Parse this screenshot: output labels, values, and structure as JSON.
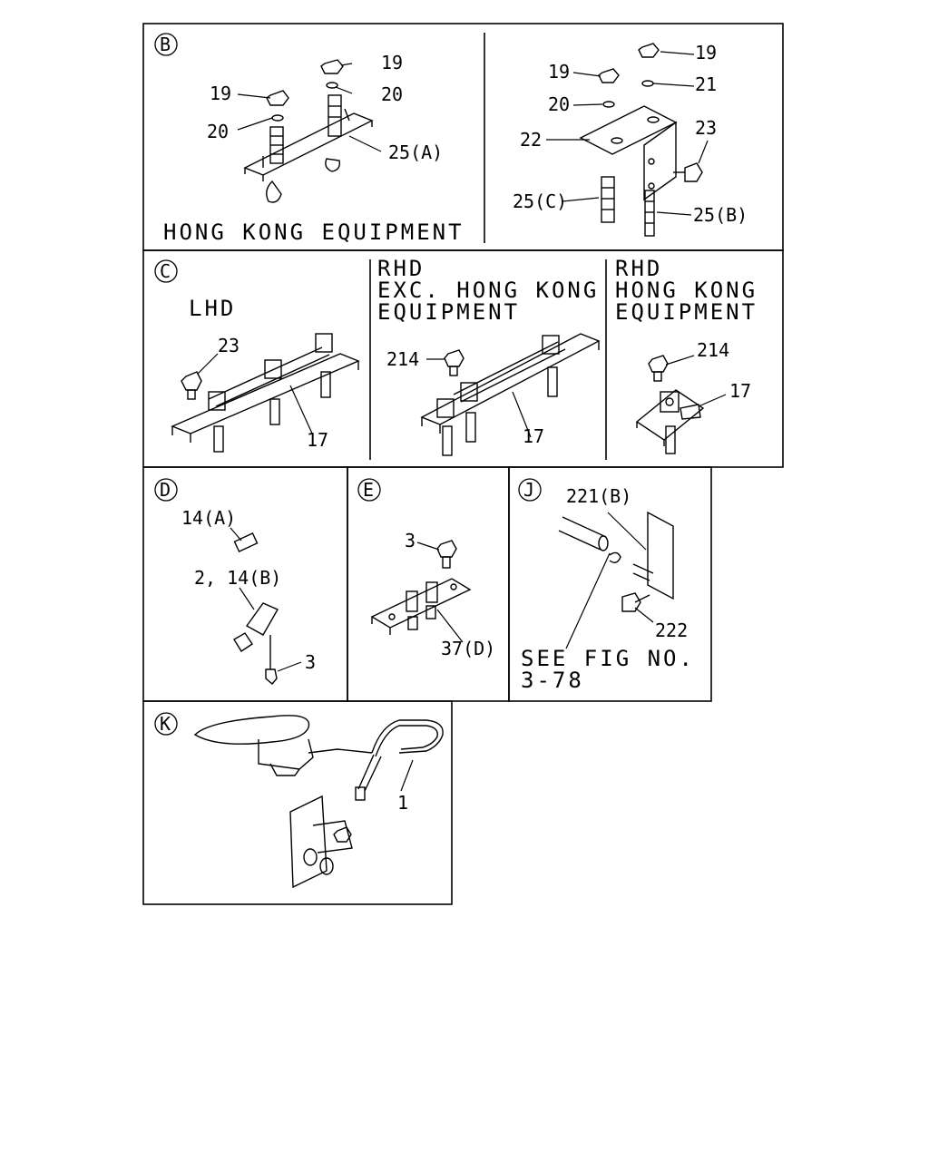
{
  "panels": {
    "B": {
      "badge": "B",
      "left_caption": "HONG KONG EQUIPMENT",
      "left_labels": [
        "19",
        "20",
        "19",
        "20",
        "25(A)"
      ],
      "right_labels": [
        "19",
        "21",
        "19",
        "20",
        "22",
        "23",
        "25(C)",
        "25(B)"
      ]
    },
    "C": {
      "badge": "C",
      "lhd": {
        "title": "LHD",
        "labels": [
          "23",
          "17"
        ]
      },
      "rhd_exc": {
        "line1": "RHD",
        "line2": "EXC. HONG KONG",
        "line3": "EQUIPMENT",
        "labels": [
          "214",
          "17"
        ]
      },
      "rhd_hk": {
        "line1": "RHD",
        "line2": "HONG KONG",
        "line3": "EQUIPMENT",
        "labels": [
          "214",
          "17"
        ]
      }
    },
    "D": {
      "badge": "D",
      "labels": [
        "14(A)",
        "2, 14(B)",
        "3"
      ]
    },
    "E": {
      "badge": "E",
      "labels": [
        "3",
        "37(D)"
      ]
    },
    "J": {
      "badge": "J",
      "labels": [
        "221(B)",
        "222"
      ],
      "see_line1": "SEE FIG NO.",
      "see_line2": "3-78"
    },
    "K": {
      "badge": "K",
      "labels": [
        "1"
      ]
    }
  }
}
